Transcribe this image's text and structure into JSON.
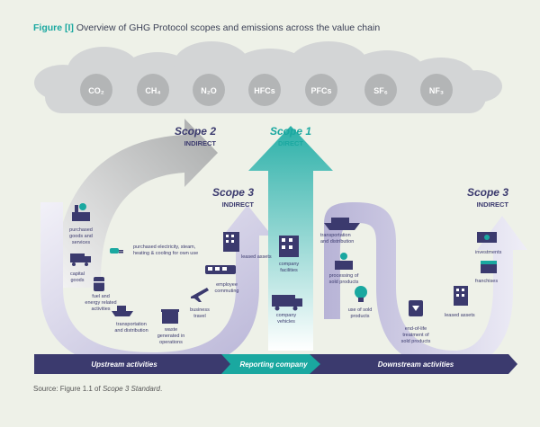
{
  "title": {
    "figure_label": "Figure [I]",
    "text": "Overview of GHG Protocol scopes and emissions across the value chain"
  },
  "gases": [
    "CO₂",
    "CH₄",
    "N₂O",
    "HFCs",
    "PFCs",
    "SF₆",
    "NF₃"
  ],
  "scopes": {
    "scope2": {
      "name": "Scope 2",
      "type": "INDIRECT"
    },
    "scope1": {
      "name": "Scope 1",
      "type": "DIRECT"
    },
    "scope3_upstream": {
      "name": "Scope 3",
      "type": "INDIRECT"
    },
    "scope3_downstream": {
      "name": "Scope 3",
      "type": "INDIRECT"
    }
  },
  "labels": {
    "purchased_goods": [
      "purchased",
      "goods and",
      "services"
    ],
    "electricity": [
      "purchased electricity, steam,",
      "heating & cooling for own use"
    ],
    "capital_goods": [
      "capital",
      "goods"
    ],
    "fuel_energy": [
      "fuel and",
      "energy related",
      "activities"
    ],
    "transport_up": [
      "transportation",
      "and distribution"
    ],
    "waste": [
      "waste",
      "generated in",
      "operations"
    ],
    "business_travel": [
      "business",
      "travel"
    ],
    "employee_commuting": [
      "employee",
      "commuting"
    ],
    "leased_assets_up": "leased assets",
    "company_facilities": [
      "company",
      "facilities"
    ],
    "company_vehicles": [
      "company",
      "vehicles"
    ],
    "transport_down": [
      "transportation",
      "and distribution"
    ],
    "processing": [
      "processing of",
      "sold products"
    ],
    "use_of_sold": [
      "use of sold",
      "products"
    ],
    "end_of_life": [
      "end-of-life",
      "treatment of",
      "sold products"
    ],
    "leased_assets_down": "leased assets",
    "franchises": "franchises",
    "investments": "investments"
  },
  "bottom_bar": {
    "upstream": "Upstream activities",
    "reporting": "Reporting company",
    "downstream": "Downstream activities"
  },
  "source": {
    "prefix": "Source: Figure 1.1 of ",
    "doc": "Scope 3 Standard",
    "suffix": "."
  },
  "colors": {
    "teal": "#1aa8a0",
    "navy": "#3b3a6e",
    "purple_light": "#c9c6df",
    "grey": "#b8b9b9",
    "cloud": "#d3d5d6"
  }
}
